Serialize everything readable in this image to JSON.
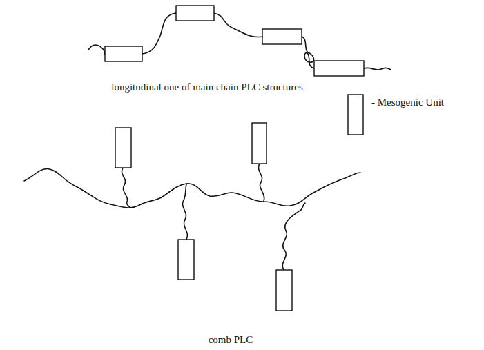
{
  "diagram": {
    "labels": [
      "longitudinal one of main chain PLC structures",
      "comb PLC"
    ],
    "legend": [
      {
        "text": "- Mesogenic Unit"
      }
    ]
  }
}
